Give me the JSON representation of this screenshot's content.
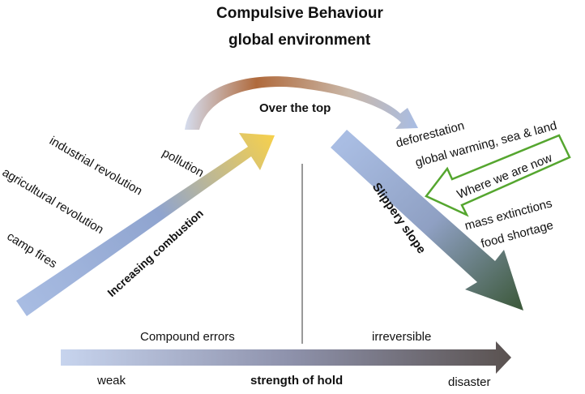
{
  "title": "Compulsive Behaviour",
  "subtitle": "global environment",
  "apex_label": "Over the top",
  "left_labels": {
    "pollution": "pollution",
    "industrial": "industrial revolution",
    "agricultural": "agricultural revolution",
    "camp_fires": "camp fires"
  },
  "rising_arrow_label": "Increasing combustion",
  "falling_arrow_label": "Slippery slope",
  "right_labels": {
    "deforestation": "deforestation",
    "global_warming": "global warming, sea & land",
    "mass_extinctions": "mass extinctions",
    "food_shortage": "food shortage"
  },
  "callout": "Where we are now",
  "bottom": {
    "compound_errors": "Compound errors",
    "irreversible": "irreversible",
    "weak": "weak",
    "strength_of_hold": "strength of hold",
    "disaster": "disaster"
  },
  "colors": {
    "rising_start": "#a9bde3",
    "rising_end": "#f8d14a",
    "falling_start": "#a9bde3",
    "falling_end": "#3e5a3d",
    "arc_start": "#a9bde3",
    "arc_mid": "#b06a3c",
    "bottom_start": "#c7d4ee",
    "bottom_end": "#5a5250",
    "callout_border": "#55a62f"
  }
}
